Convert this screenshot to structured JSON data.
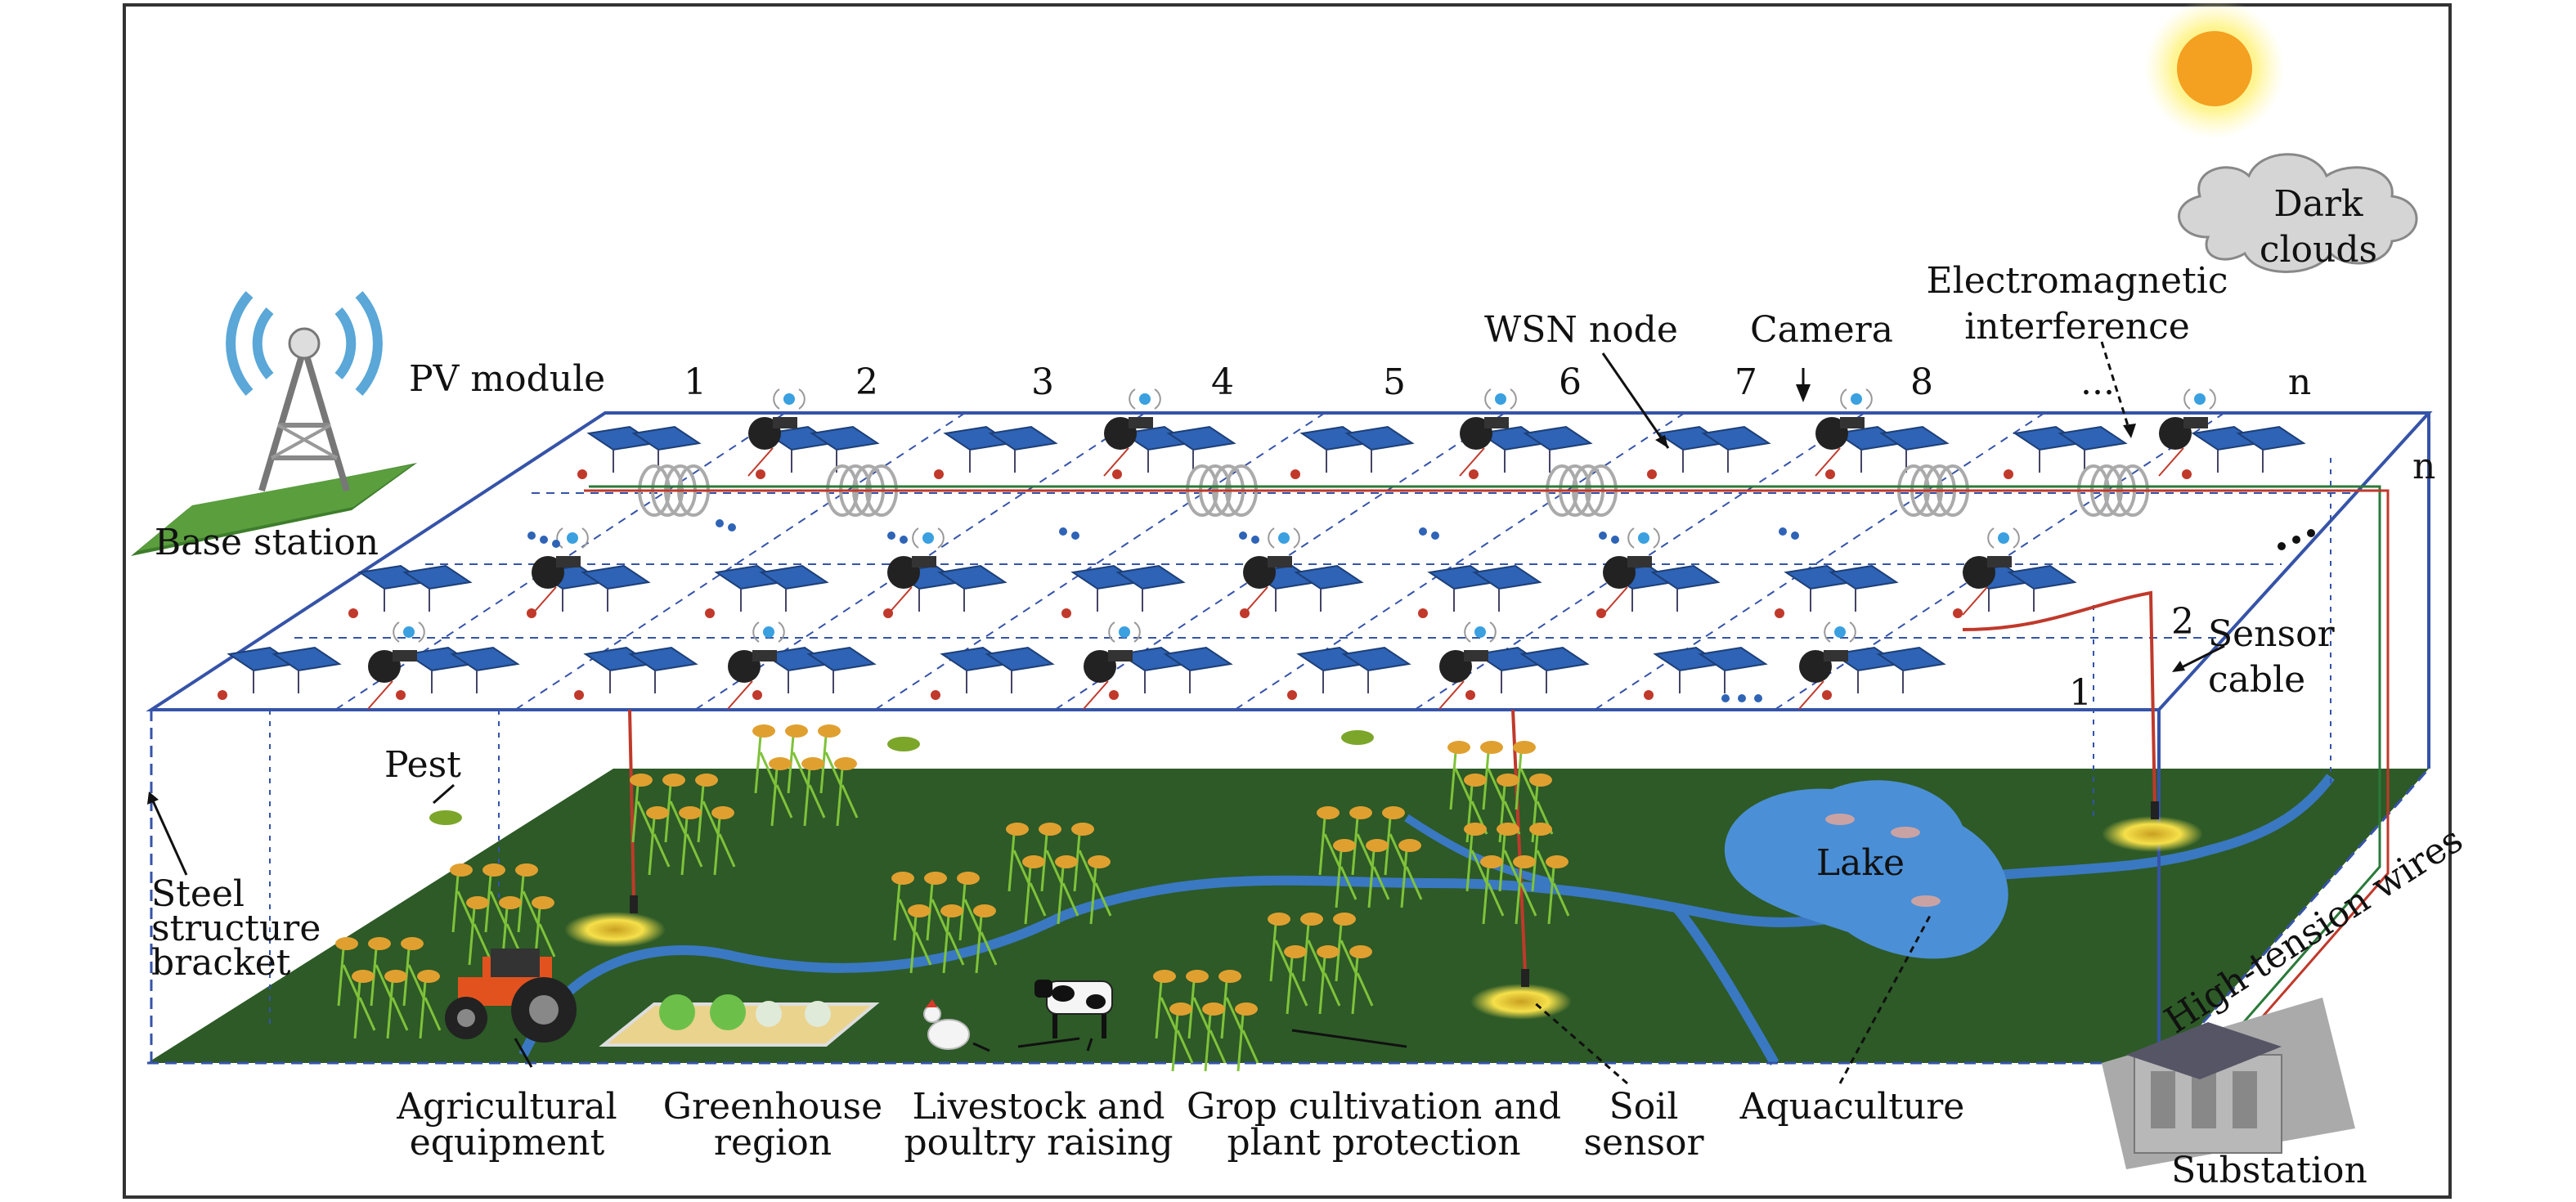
{
  "labels": {
    "base_station": "Base station",
    "pv_module": "PV module",
    "wsn_node": "WSN node",
    "camera": "Camera",
    "emi_line1": "Electromagnetic",
    "emi_line2": "interference",
    "dark_clouds_line1": "Dark",
    "dark_clouds_line2": "clouds",
    "pest": "Pest",
    "steel_line1": "Steel",
    "steel_line2": "structure",
    "steel_line3": "bracket",
    "sensor_cable_line1": "Sensor",
    "sensor_cable_line2": "cable",
    "lake": "Lake",
    "high_tension": "High-tension wires",
    "substation": "Substation",
    "agri_line1": "Agricultural",
    "agri_line2": "equipment",
    "green_line1": "Greenhouse",
    "green_line2": "region",
    "live_line1": "Livestock and",
    "live_line2": "poultry raising",
    "crop_line1": "Grop cultivation and",
    "crop_line2": "plant protection",
    "soil_line1": "Soil",
    "soil_line2": "sensor",
    "aquaculture": "Aquaculture"
  },
  "column_numbers": [
    "1",
    "2",
    "3",
    "4",
    "5",
    "6",
    "7",
    "8",
    "...",
    "n"
  ],
  "row_numbers": [
    "n",
    "2",
    "1"
  ],
  "row_ellipsis": "...",
  "colors": {
    "ground": "#2d5a27",
    "river": "#3a78c2",
    "lake": "#4b8fd6",
    "panel": "#2e63b5",
    "frame": "#3553a8",
    "sun": "#f4a020",
    "cable": "#c0392b"
  }
}
